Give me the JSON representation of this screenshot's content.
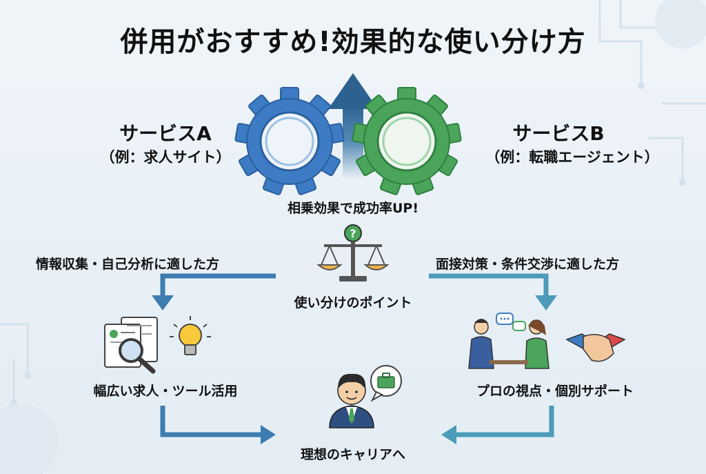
{
  "title": "併用がおすすめ!効果的な使い分け方",
  "service_a": {
    "name": "サービスA",
    "example": "（例：求人サイト）"
  },
  "service_b": {
    "name": "サービスB",
    "example": "（例：転職エージェント）"
  },
  "synergy_label": "相乗効果で成功率UP!",
  "left_branch_label": "情報収集・自己分析に適した方",
  "right_branch_label": "面接対策・条件交渉に適した方",
  "center_point_label": "使い分けのポイント",
  "left_result_label": "幅広い求人・ツール活用",
  "right_result_label": "プロの視点・個別サポート",
  "goal_label": "理想のキャリアへ",
  "icons": {
    "gear_a": "blue-gear-icon",
    "gear_b": "green-gear-icon",
    "arrow_up": "up-arrow-icon",
    "scale": "balance-scale-icon",
    "documents": "document-search-icon",
    "idea": "lightbulb-icon",
    "consultation": "consultation-people-icon",
    "handshake": "handshake-icon",
    "person": "businessman-icon",
    "briefcase": "briefcase-bubble-icon"
  },
  "colors": {
    "blue": "#3d7cc4",
    "green": "#4aa55a",
    "arrow": "#3a78a8",
    "teal": "#4c9bb8"
  }
}
